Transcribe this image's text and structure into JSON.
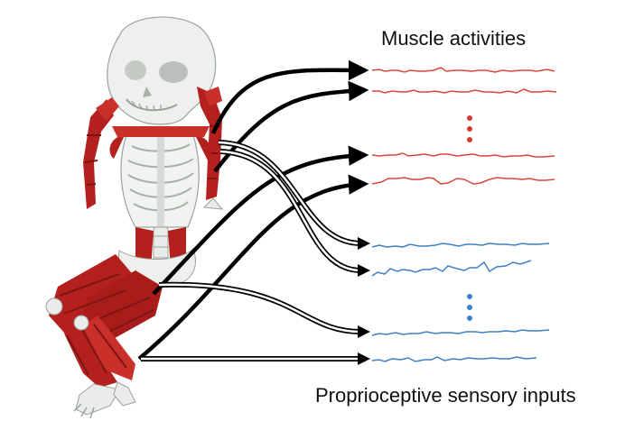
{
  "labels": {
    "muscle": "Muscle activities",
    "sensory": "Proprioceptive sensory inputs"
  },
  "colors": {
    "muscle_trace": "#d9473a",
    "sensory_trace": "#3f7fc4",
    "muscle_dots": "#d83a2e",
    "sensory_dots": "#3a7fd0",
    "muscle_tissue": "#b3201e",
    "bone": "#e9ecea",
    "arrow": "#000000"
  },
  "figure": {
    "subject": "fetal-musculoskeletal-model",
    "muscle_signal_count_shown": 4,
    "sensory_signal_count_shown": 4,
    "ellipsis": "vertical-dots"
  }
}
